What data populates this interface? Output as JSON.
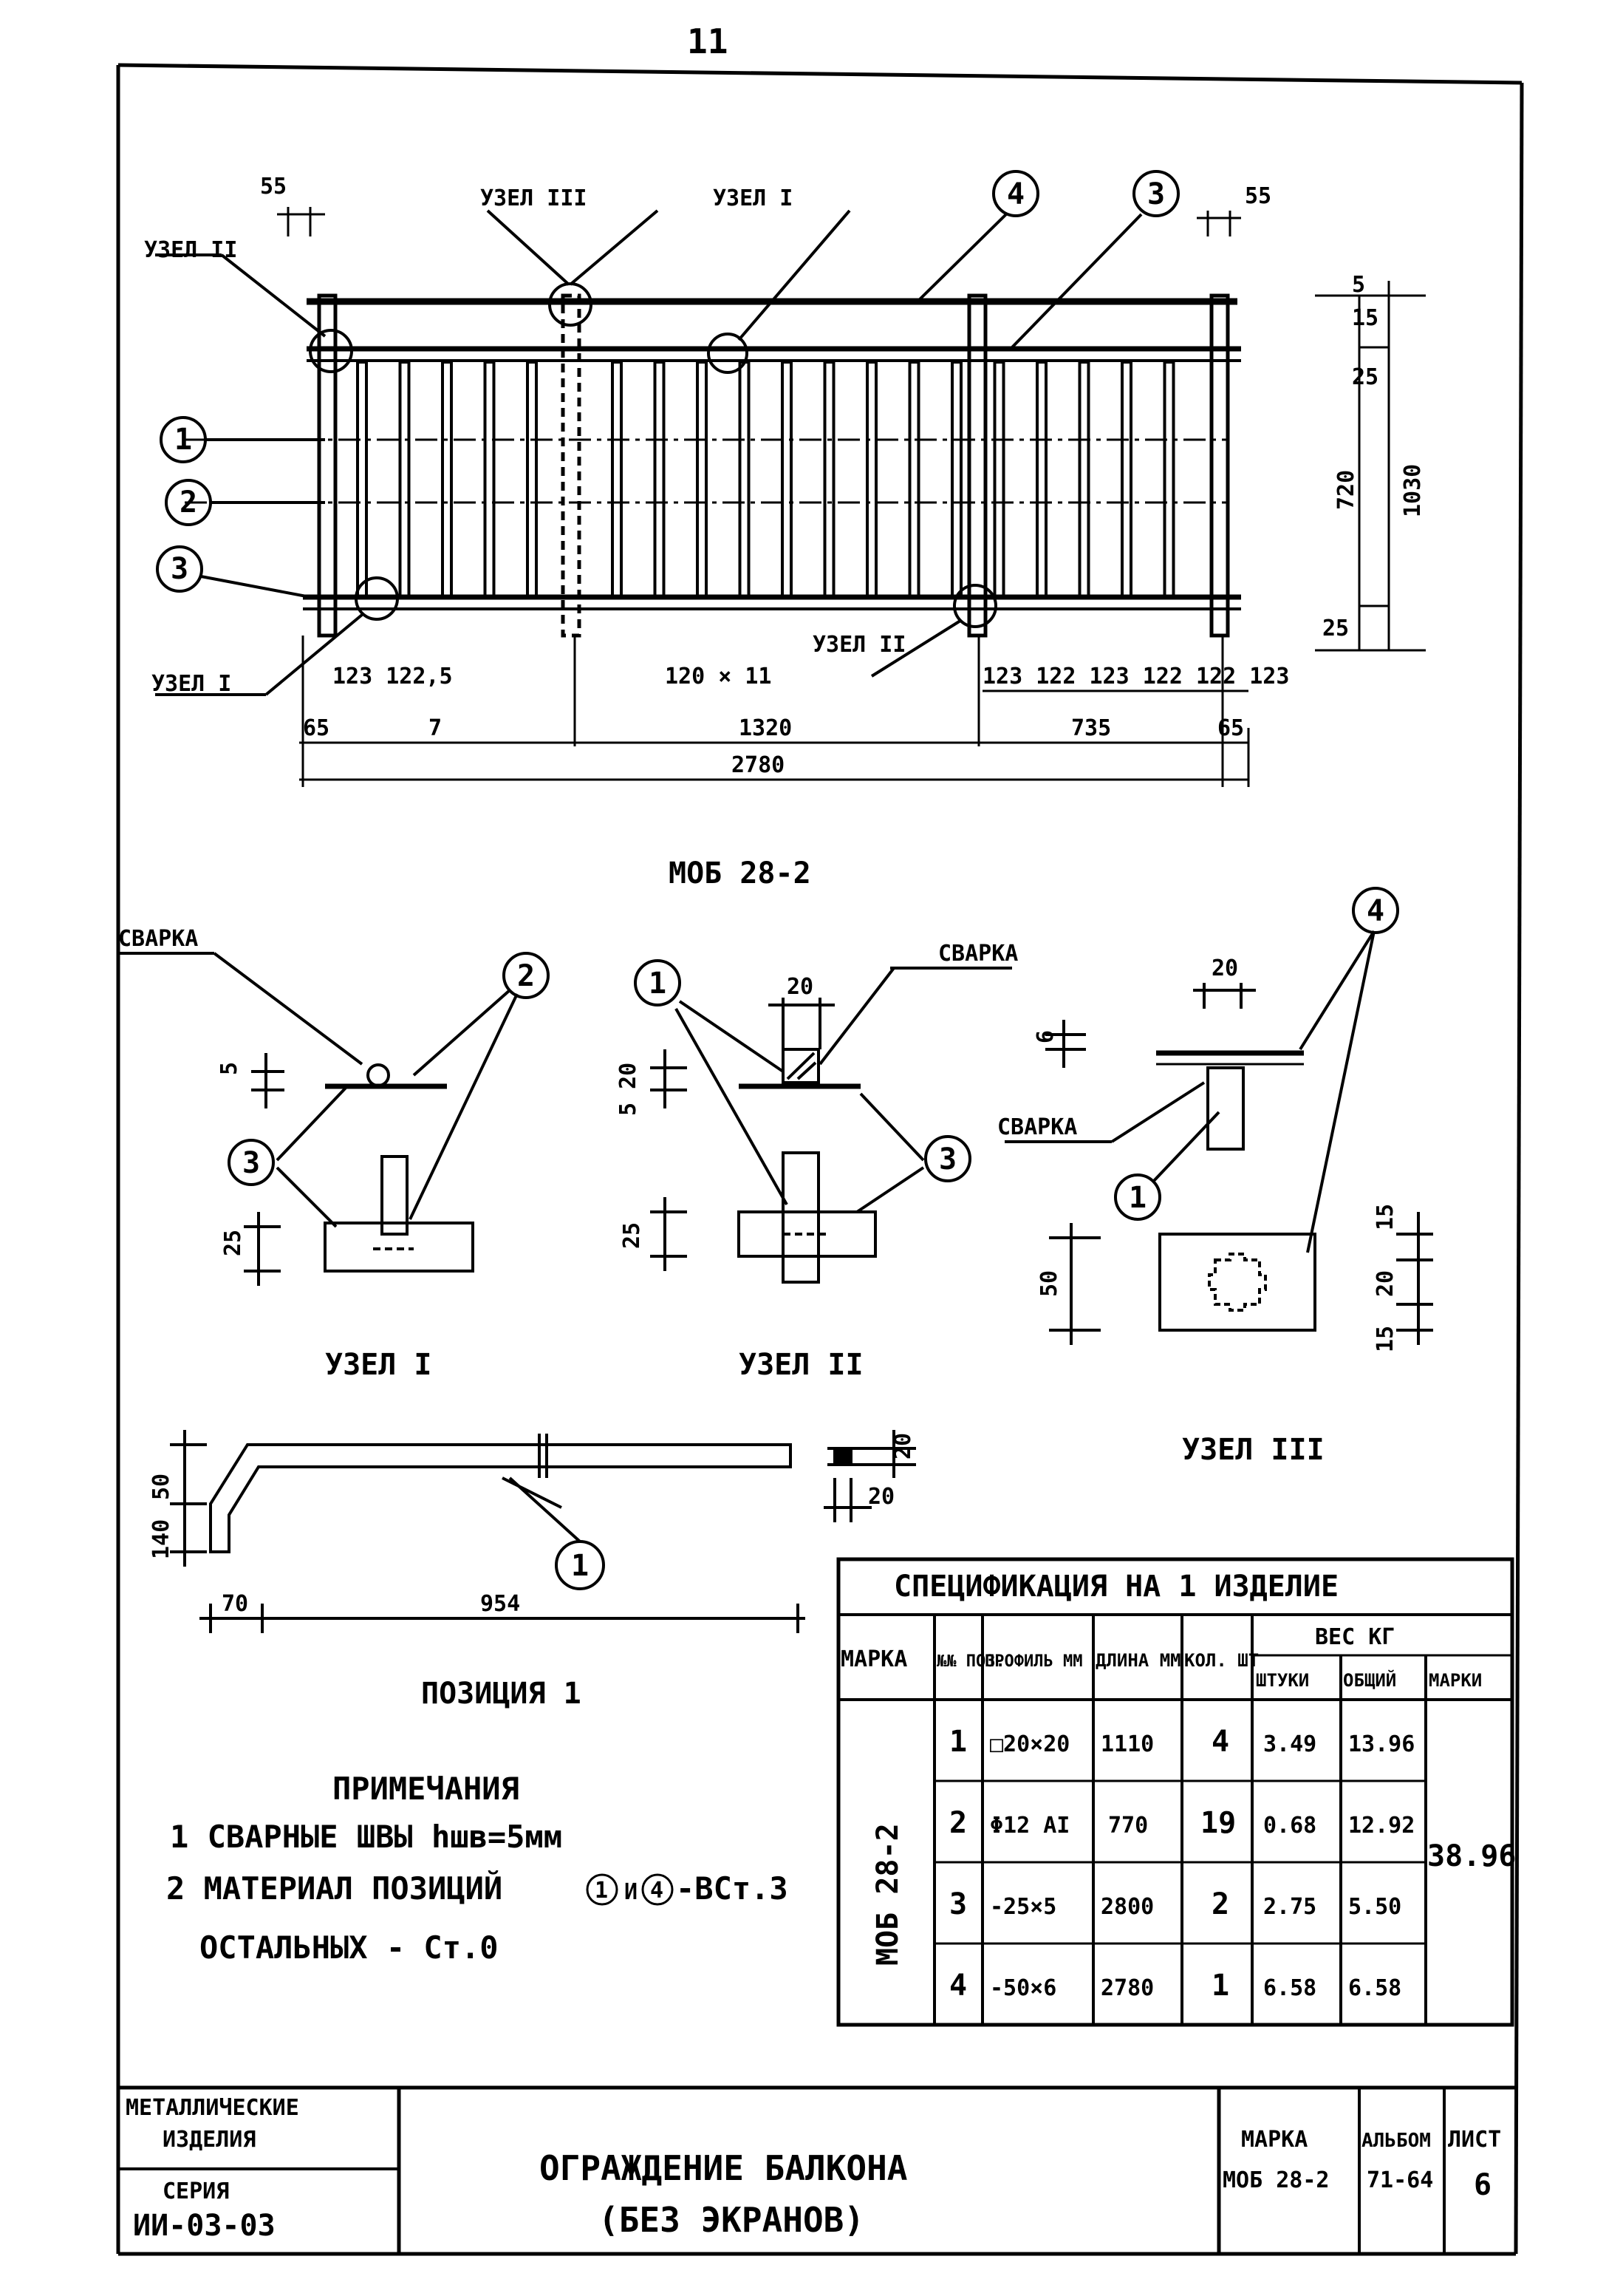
{
  "page_number": "11",
  "elevation": {
    "callouts": {
      "uzel_ii_top": "УЗЕЛ II",
      "uzel_iii_top": "УЗЕЛ III",
      "uzel_i_top": "УЗЕЛ I",
      "uzel_i_bottom": "УЗЕЛ I",
      "uzel_ii_bottom": "УЗЕЛ II",
      "pos_1": "1",
      "pos_2": "2",
      "pos_3_left": "3",
      "pos_3_right": "3",
      "pos_4": "4"
    },
    "dims": {
      "d55_left": "55",
      "d55_right": "55",
      "left_spacing": "123 122,5",
      "mid_spacing": "120 × 11",
      "right_spacing": "123 122 123 122 122 123",
      "d65": "65",
      "d7": "7",
      "d1320": "1320",
      "d735": "735",
      "d65_right": "65",
      "total_length": "2780",
      "h_top": "25",
      "h_15": "15",
      "h_5": "5",
      "h_720": "720",
      "h_total": "1030",
      "h_bottom": "25"
    },
    "caption": "МОБ 28-2"
  },
  "details": {
    "uzel1": {
      "label_weld": "СВАРКА",
      "pos2": "2",
      "pos3": "3",
      "dim5": "5",
      "dim25": "25",
      "caption": "УЗЕЛ I"
    },
    "uzel2": {
      "label_weld": "СВАРКА",
      "pos1": "1",
      "pos3": "3",
      "dim20": "20",
      "dim5_20": "5 20",
      "dim25": "25",
      "caption": "УЗЕЛ II"
    },
    "uzel3": {
      "label_weld": "СВАРКА",
      "pos4": "4",
      "pos1": "1",
      "dim20": "20",
      "dim6": "6",
      "dim50": "50",
      "dim15a": "15",
      "dim20b": "20",
      "dim15b": "15",
      "caption": "УЗЕЛ III"
    }
  },
  "position1": {
    "dim_h1": "50",
    "dim_h2": "140",
    "dim_70": "70",
    "dim_954": "954",
    "dim_sq_h": "20",
    "dim_sq_w": "20",
    "pos": "1",
    "caption": "ПОЗИЦИЯ 1"
  },
  "notes": {
    "title": "ПРИМЕЧАНИЯ",
    "line1": "1 СВАРНЫЕ ШВЫ hшв=5мм",
    "line2_a": "2 МАТЕРИАЛ ПОЗИЦИЙ",
    "line2_p1": "1",
    "line2_mid": "И",
    "line2_p4": "4",
    "line2_b": "-ВСт.3",
    "line3": "ОСТАЛЬНЫХ - Ст.0"
  },
  "spec_table": {
    "title": "СПЕЦИФИКАЦИЯ НА 1 ИЗДЕЛИЕ",
    "headers": {
      "marka": "МАРКА",
      "pos": "№№ ПОЗ.",
      "profile": "ПРОФИЛЬ ММ",
      "length": "ДЛИНА ММ",
      "qty": "КОЛ. ШТ",
      "weight": "ВЕС КГ",
      "w_piece": "ШТУКИ",
      "w_total": "ОБЩИЙ",
      "w_mark": "МАРКИ"
    },
    "marka_value": "МОБ 28-2",
    "mark_weight": "38.96",
    "rows": [
      {
        "pos": "1",
        "profile": "□20×20",
        "length": "1110",
        "qty": "4",
        "piece": "3.49",
        "total": "13.96"
      },
      {
        "pos": "2",
        "profile": "Φ12 AI",
        "length": "770",
        "qty": "19",
        "piece": "0.68",
        "total": "12.92"
      },
      {
        "pos": "3",
        "profile": "-25×5",
        "length": "2800",
        "qty": "2",
        "piece": "2.75",
        "total": "5.50"
      },
      {
        "pos": "4",
        "profile": "-50×6",
        "length": "2780",
        "qty": "1",
        "piece": "6.58",
        "total": "6.58"
      }
    ]
  },
  "title_block": {
    "org_line1": "МЕТАЛЛИЧЕСКИЕ",
    "org_line2": "ИЗДЕЛИЯ",
    "series_label": "СЕРИЯ",
    "series_value": "ИИ-03-03",
    "title_line1": "ОГРАЖДЕНИЕ БАЛКОНА",
    "title_line2": "(БЕЗ ЭКРАНОВ)",
    "mark_label": "МАРКА",
    "mark_value": "МОБ 28-2",
    "album_label": "АЛЬБОМ",
    "album_value": "71-64",
    "sheet_label": "ЛИСТ",
    "sheet_value": "6"
  }
}
